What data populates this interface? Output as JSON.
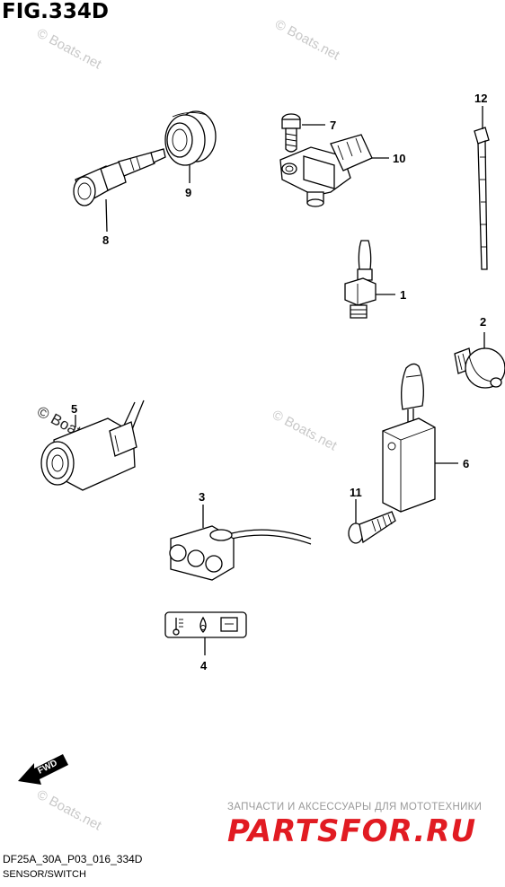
{
  "figure": {
    "title": "FIG.334D",
    "code": "DF25A_30A_P03_016_334D",
    "subtitle": "SENSOR/SWITCH",
    "fwd_label": "FWD"
  },
  "callouts": [
    "1",
    "2",
    "3",
    "4",
    "5",
    "6",
    "7",
    "8",
    "9",
    "10",
    "11",
    "12"
  ],
  "watermark": {
    "text": "© Boats.net"
  },
  "shop": {
    "tagline": "ЗАПЧАСТИ И АКСЕССУАРЫ ДЛЯ МОТОТЕХНИКИ",
    "logo": "PARTSFOR.RU",
    "logo_color": "#e11b22"
  }
}
